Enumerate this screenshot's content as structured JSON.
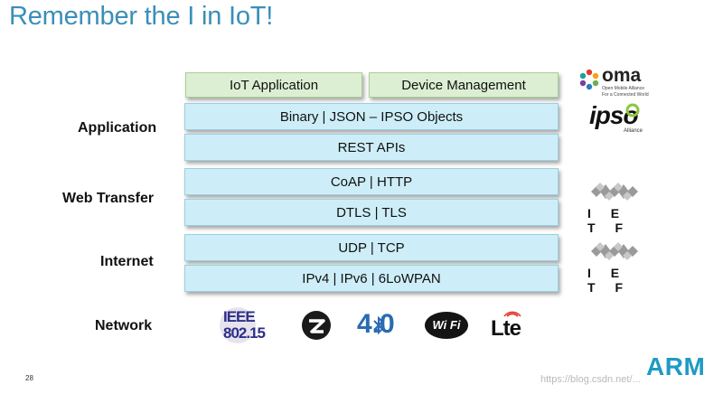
{
  "title": "Remember the I in IoT!",
  "layers": {
    "application": "Application",
    "web_transfer": "Web Transfer",
    "internet": "Internet",
    "network": "Network"
  },
  "boxes": {
    "iot_application": "IoT Application",
    "device_management": "Device Management",
    "binary_json_ipso": "Binary | JSON – IPSO Objects",
    "rest_apis": "REST APIs",
    "coap_http": "CoAP | HTTP",
    "dtls_tls": "DTLS | TLS",
    "udp_tcp": "UDP | TCP",
    "ipv4_ipv6_6lowpan": "IPv4 |  IPv6 | 6LoWPAN"
  },
  "logos": {
    "oma": {
      "name": "oma",
      "tagline1": "Open Mobile Alliance",
      "tagline2": "For a Connected World"
    },
    "ipso": {
      "name": "ipso",
      "sub": "Alliance"
    },
    "ietf": {
      "name": "I E T F"
    },
    "ieee": {
      "top": "IEEE",
      "bottom": "802.15"
    },
    "bluetooth_version": "4.0",
    "wifi": "Wi Fi",
    "lte": "Lte"
  },
  "footer": {
    "page_number": "28",
    "watermark": "https://blog.csdn.net/...",
    "brand": "ARM"
  },
  "colors": {
    "title": "#3a8fb7",
    "blue_box": "#cdeef8",
    "green_box": "#dcefd2",
    "arm": "#1e9bc4"
  }
}
